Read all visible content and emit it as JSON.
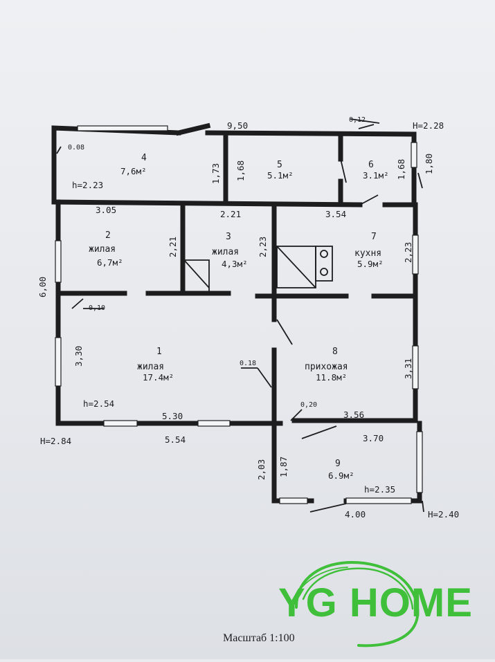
{
  "plan": {
    "rooms": [
      {
        "num": "1",
        "name": "жилая",
        "area": "17.4м²"
      },
      {
        "num": "2",
        "name": "жилая",
        "area": "6,7м²"
      },
      {
        "num": "3",
        "name": "жилая",
        "area": "4,3м²"
      },
      {
        "num": "4",
        "name": "",
        "area": "7,6м²"
      },
      {
        "num": "5",
        "name": "",
        "area": "5.1м²"
      },
      {
        "num": "6",
        "name": "",
        "area": "3.1м²"
      },
      {
        "num": "7",
        "name": "кухня",
        "area": "5.9м²"
      },
      {
        "num": "8",
        "name": "прихожая",
        "area": "11.8м²"
      },
      {
        "num": "9",
        "name": "",
        "area": "6.9м²"
      }
    ],
    "dimensions": {
      "top_950": "9,50",
      "d_0_12": "0,12",
      "H_228": "H=2.28",
      "d_0_08": "0.08",
      "h_223": "h=2.23",
      "d_1_73": "1,73",
      "d_1_68a": "1,68",
      "d_1_68b": "1,68",
      "d_1_80": "1,80",
      "d_3_05": "3.05",
      "d_2_21a": "2.21",
      "d_3_54": "3.54",
      "d_2_21b": "2,21",
      "d_2_23a": "2,23",
      "d_2_23b": "2,23",
      "d_6_00": "6,00",
      "d_0_10": "0,10",
      "d_3_30": "3,30",
      "d_0_18": "0.18",
      "d_3_31": "3,31",
      "h_254": "h=2.54",
      "d_5_30": "5.30",
      "d_0_20": "0,20",
      "d_3_56": "3.56",
      "H_284": "H=2.84",
      "d_5_54": "5.54",
      "d_3_70": "3.70",
      "d_2_03": "2,03",
      "d_1_87": "1,87",
      "h_235": "h=2.35",
      "d_4_00": "4.00",
      "H_240": "H=2.40"
    }
  },
  "logo": {
    "text": "YG HOME",
    "color": "#3fbf3a"
  },
  "scale": {
    "text": "Масштаб 1:100"
  }
}
